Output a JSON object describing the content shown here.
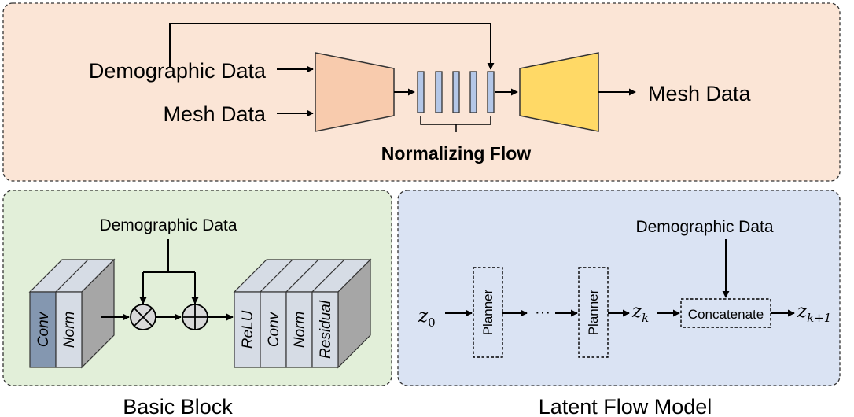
{
  "colors": {
    "top_panel": "#fbe5d6",
    "basic_panel": "#e2efd9",
    "latent_panel": "#dae3f3",
    "encoder": "#f8cbad",
    "decoder": "#ffd966",
    "flow_bar": "#b4c7e7",
    "block_gray": "#bfbfbf",
    "block_dark": "#8497b0"
  },
  "top": {
    "input_demographic": "Demographic Data",
    "input_mesh": "Mesh Data",
    "output_mesh": "Mesh Data",
    "flow_label": "Normalizing Flow"
  },
  "basic_block": {
    "title": "Basic Block",
    "demographic": "Demographic Data",
    "left_layers": [
      "Conv",
      "Norm"
    ],
    "right_layers": [
      "ReLU",
      "Conv",
      "Norm",
      "Residual"
    ],
    "multiply_symbol": "×",
    "add_symbol": "+"
  },
  "latent": {
    "title": "Latent Flow Model",
    "demographic": "Demographic Data",
    "z0_base": "z",
    "z0_sub": "0",
    "zk_base": "z",
    "zk_sub": "k",
    "zk1_base": "z",
    "zk1_sub": "k+1",
    "planner1": "Planner",
    "planner2": "Planner",
    "ellipsis": "···",
    "concatenate": "Concatenate"
  }
}
